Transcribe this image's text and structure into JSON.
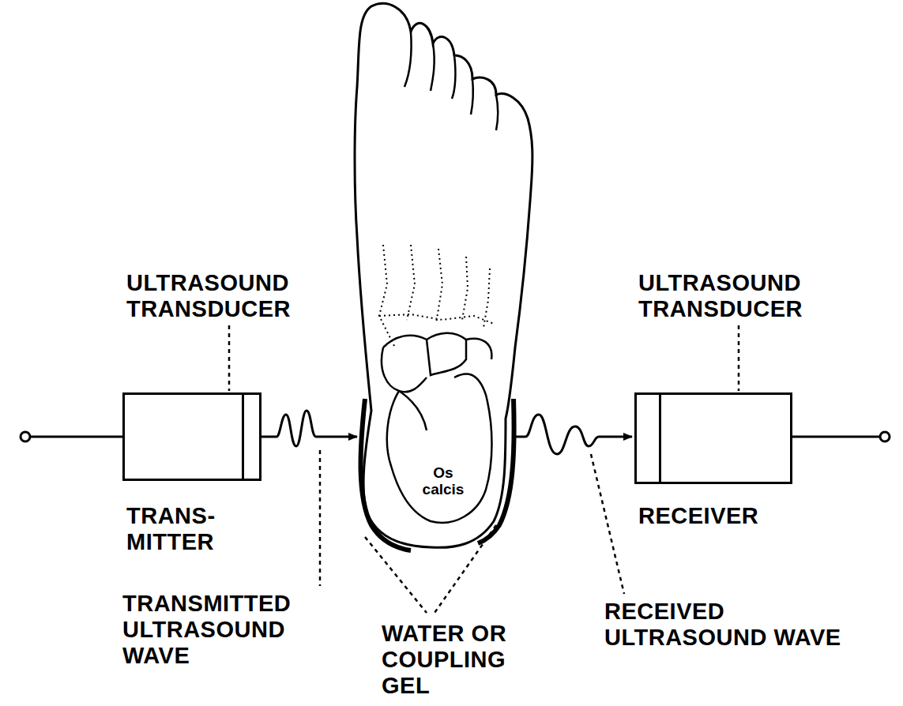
{
  "diagram": {
    "nodes": [
      {
        "text": [
          "TRANS- MITTER"
        ]
      },
      {
        "text": [
          "RECEIVER"
        ]
      }
    ],
    "labels": [
      "ULTRASOUND TRANSDUCER",
      "ULTRASOUND TRANSDUCER",
      "TRANSMITTED ULTRASOUND WAVE",
      "WATER OR COUPLING GEL",
      "RECEIVED ULTRASOUND WAVE",
      "Os calcis"
    ]
  }
}
